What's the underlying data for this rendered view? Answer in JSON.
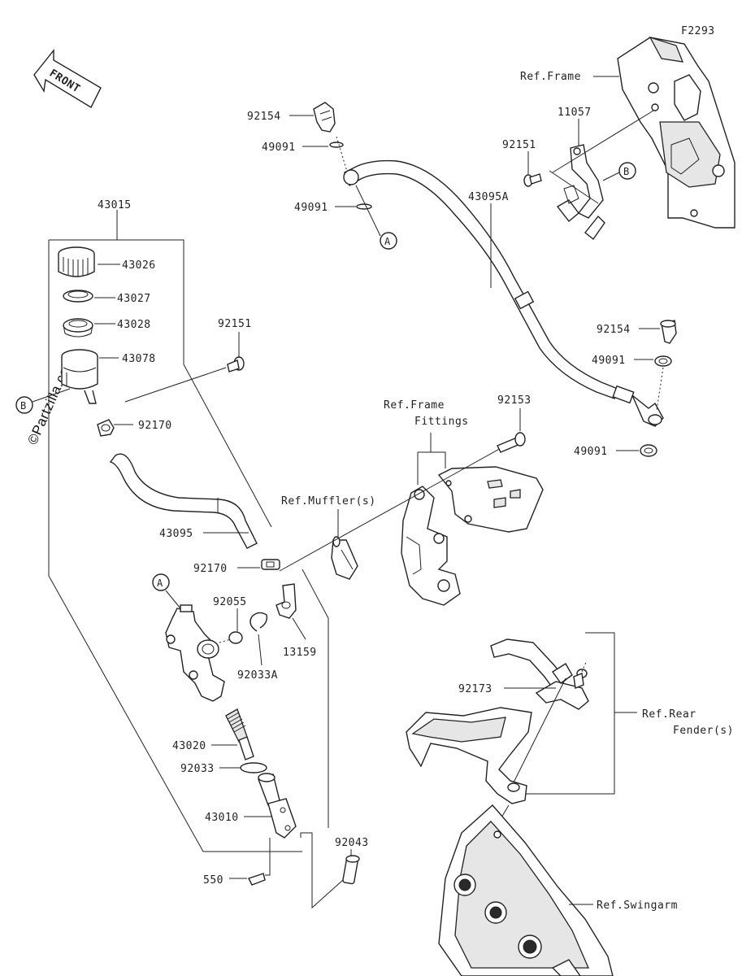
{
  "diagram_code": "F2293",
  "front_arrow_label": "FRONT",
  "watermark": "©Partzilla.com",
  "callouts": {
    "a": "A",
    "b": "B"
  },
  "labels": {
    "ref_frame": "Ref.Frame",
    "ref_frame_fittings_1": "Ref.Frame",
    "ref_frame_fittings_2": "Fittings",
    "ref_muffler": "Ref.Muffler(s)",
    "ref_rear_fender_1": "Ref.Rear",
    "ref_rear_fender_2": "Fender(s)",
    "ref_swingarm": "Ref.Swingarm"
  },
  "parts": {
    "p43015": "43015",
    "p43026": "43026",
    "p43027": "43027",
    "p43028": "43028",
    "p43078": "43078",
    "p92170a": "92170",
    "p92151a": "92151",
    "p43095": "43095",
    "p92170b": "92170",
    "p92055": "92055",
    "p92033a": "92033A",
    "p13159": "13159",
    "p43020": "43020",
    "p92033": "92033",
    "p43010": "43010",
    "p550": "550",
    "p92043": "92043",
    "p92154a": "92154",
    "p49091a": "49091",
    "p49091b": "49091",
    "p43095a": "43095A",
    "p92154b": "92154",
    "p49091c": "49091",
    "p49091d": "49091",
    "p11057": "11057",
    "p92151b": "92151",
    "p92153": "92153",
    "p92173": "92173"
  }
}
